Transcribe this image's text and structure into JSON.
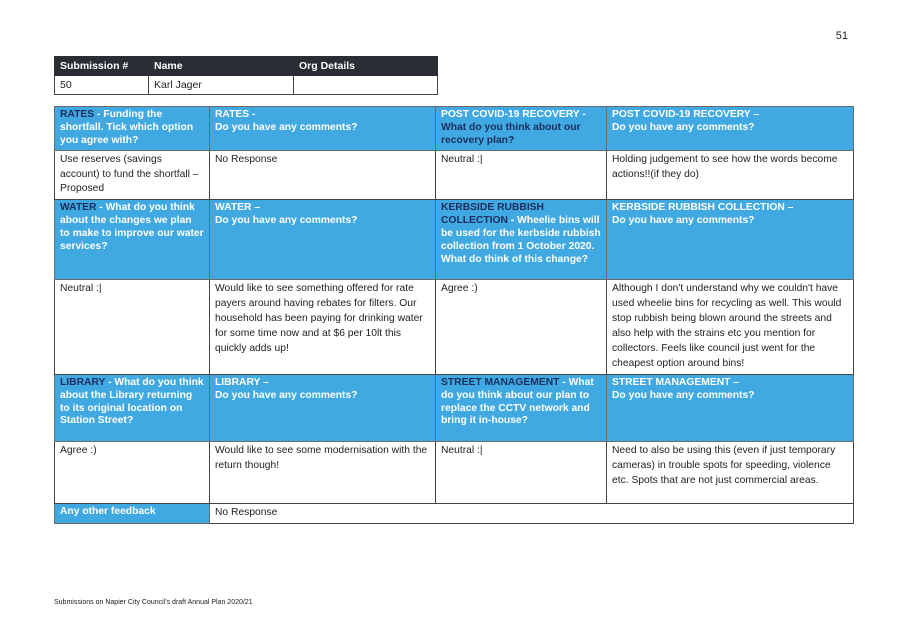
{
  "page_number": "51",
  "submission": {
    "headers": [
      "Submission #",
      "Name",
      "Org Details"
    ],
    "values": [
      "50",
      "Karl Jager",
      ""
    ]
  },
  "rows": [
    {
      "questions": [
        {
          "topic": "RATES",
          "text": " - Funding the shortfall. Tick which option you agree with?"
        },
        {
          "topic": "",
          "title": "RATES -",
          "text": "Do you have any comments?"
        },
        {
          "topic": "",
          "title": "POST COVID-19 RECOVERY -",
          "text": "What do you think about our recovery plan?"
        },
        {
          "topic": "",
          "title": "POST COVID-19 RECOVERY –",
          "text": "Do you have any comments?"
        }
      ],
      "answers": [
        "Use reserves (savings account) to fund the shortfall – Proposed",
        "No Response",
        "Neutral :|",
        "Holding judgement to see how the words become actions!!(if they do)"
      ]
    },
    {
      "questions": [
        {
          "topic": "WATER",
          "text": " - What do you think about the changes we plan to make to improve our water services?"
        },
        {
          "topic": "",
          "title": "WATER –",
          "text": "Do you have any comments?"
        },
        {
          "topic": "KERBSIDE RUBBISH COLLECTION",
          "text": " - Wheelie bins will be used for the kerbside rubbish collection from 1 October 2020. What do think of this change?"
        },
        {
          "topic": "",
          "title": "KERBSIDE RUBBISH COLLECTION –",
          "text": "Do you have any comments?"
        }
      ],
      "answers": [
        "Neutral :|",
        "Would like to see something offered for rate payers around having rebates for filters. Our household has been paying for drinking water for some time now and at $6 per 10lt this quickly adds up!",
        "Agree :)",
        "Although I don't understand why we couldn't have used wheelie bins for recycling as well. This would stop rubbish being blown around the streets and also help with the strains etc you mention for collectors.  Feels like council just went for the cheapest option around bins!"
      ]
    },
    {
      "questions": [
        {
          "topic": "LIBRARY",
          "text": " - What do you think about the Library returning to its original location on Station Street?"
        },
        {
          "topic": "",
          "title": "LIBRARY –",
          "text": "Do you have any comments?"
        },
        {
          "topic": "STREET MANAGEMENT",
          "text": " - What do you think about our plan to replace the CCTV network and bring it in-house?"
        },
        {
          "topic": "",
          "title": "STREET MANAGEMENT –",
          "text": "Do you have any comments?"
        }
      ],
      "answers": [
        "Agree :)",
        "Would like to see some modernisation with the return though!",
        "Neutral :|",
        "Need to also be using this (even if just temporary cameras) in trouble spots for speeding, violence etc. Spots that are not just commercial areas."
      ]
    }
  ],
  "other_feedback": {
    "label": "Any other feedback",
    "value": "No Response"
  },
  "footer": "Submissions on Napier City Council's draft Annual Plan 2020/21"
}
